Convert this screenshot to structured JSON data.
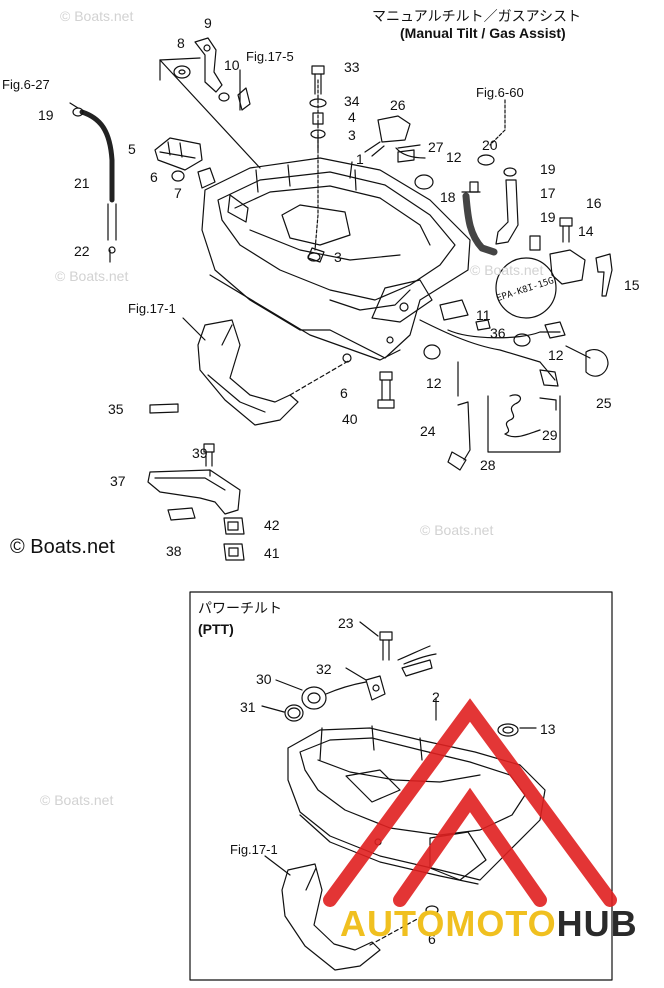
{
  "header": {
    "title_jp": "マニュアルチルト／ガスアシスト",
    "title_en": "(Manual Tilt / Gas Assist)"
  },
  "ptt": {
    "title_jp": "パワーチルト",
    "title_en": "(PTT)"
  },
  "fig_refs": {
    "fig_6_27": "Fig.6-27",
    "fig_17_5": "Fig.17-5",
    "fig_6_60": "Fig.6-60",
    "fig_17_1_top": "Fig.17-1",
    "fig_17_1_bottom": "Fig.17-1"
  },
  "labels": {
    "p1": "1",
    "p2": "2",
    "p3a": "3",
    "p3b": "3",
    "p4": "4",
    "p5": "5",
    "p6a": "6",
    "p6b": "6",
    "p6c": "6",
    "p7": "7",
    "p8": "8",
    "p9": "9",
    "p10": "10",
    "p11": "11",
    "p12a": "12",
    "p12b": "12",
    "p12c": "12",
    "p13": "13",
    "p14": "14",
    "p15": "15",
    "p16": "16",
    "p17": "17",
    "p18": "18",
    "p19a": "19",
    "p19b": "19",
    "p19c": "19",
    "p20": "20",
    "p21": "21",
    "p22": "22",
    "p23": "23",
    "p24": "24",
    "p25": "25",
    "p26": "26",
    "p27": "27",
    "p28": "28",
    "p29": "29",
    "p30": "30",
    "p31": "31",
    "p32": "32",
    "p33": "33",
    "p34": "34",
    "p35": "35",
    "p36": "36",
    "p37": "37",
    "p38": "38",
    "p39": "39",
    "p40": "40",
    "p41": "41",
    "p42": "42"
  },
  "decal_text": "EPA-K8I-15G",
  "watermarks": {
    "main": "© Boats.net",
    "wm1": "© Boats.net",
    "wm2": "© Boats.net",
    "wm3": "© Boats.net",
    "wm4": "© Boats.net",
    "wm5": "© Boats.net"
  },
  "brand": {
    "part1": "AUTOMOTO",
    "part2": "HUB",
    "logo_color": "#e02020",
    "accent_color": "#f0c020"
  }
}
